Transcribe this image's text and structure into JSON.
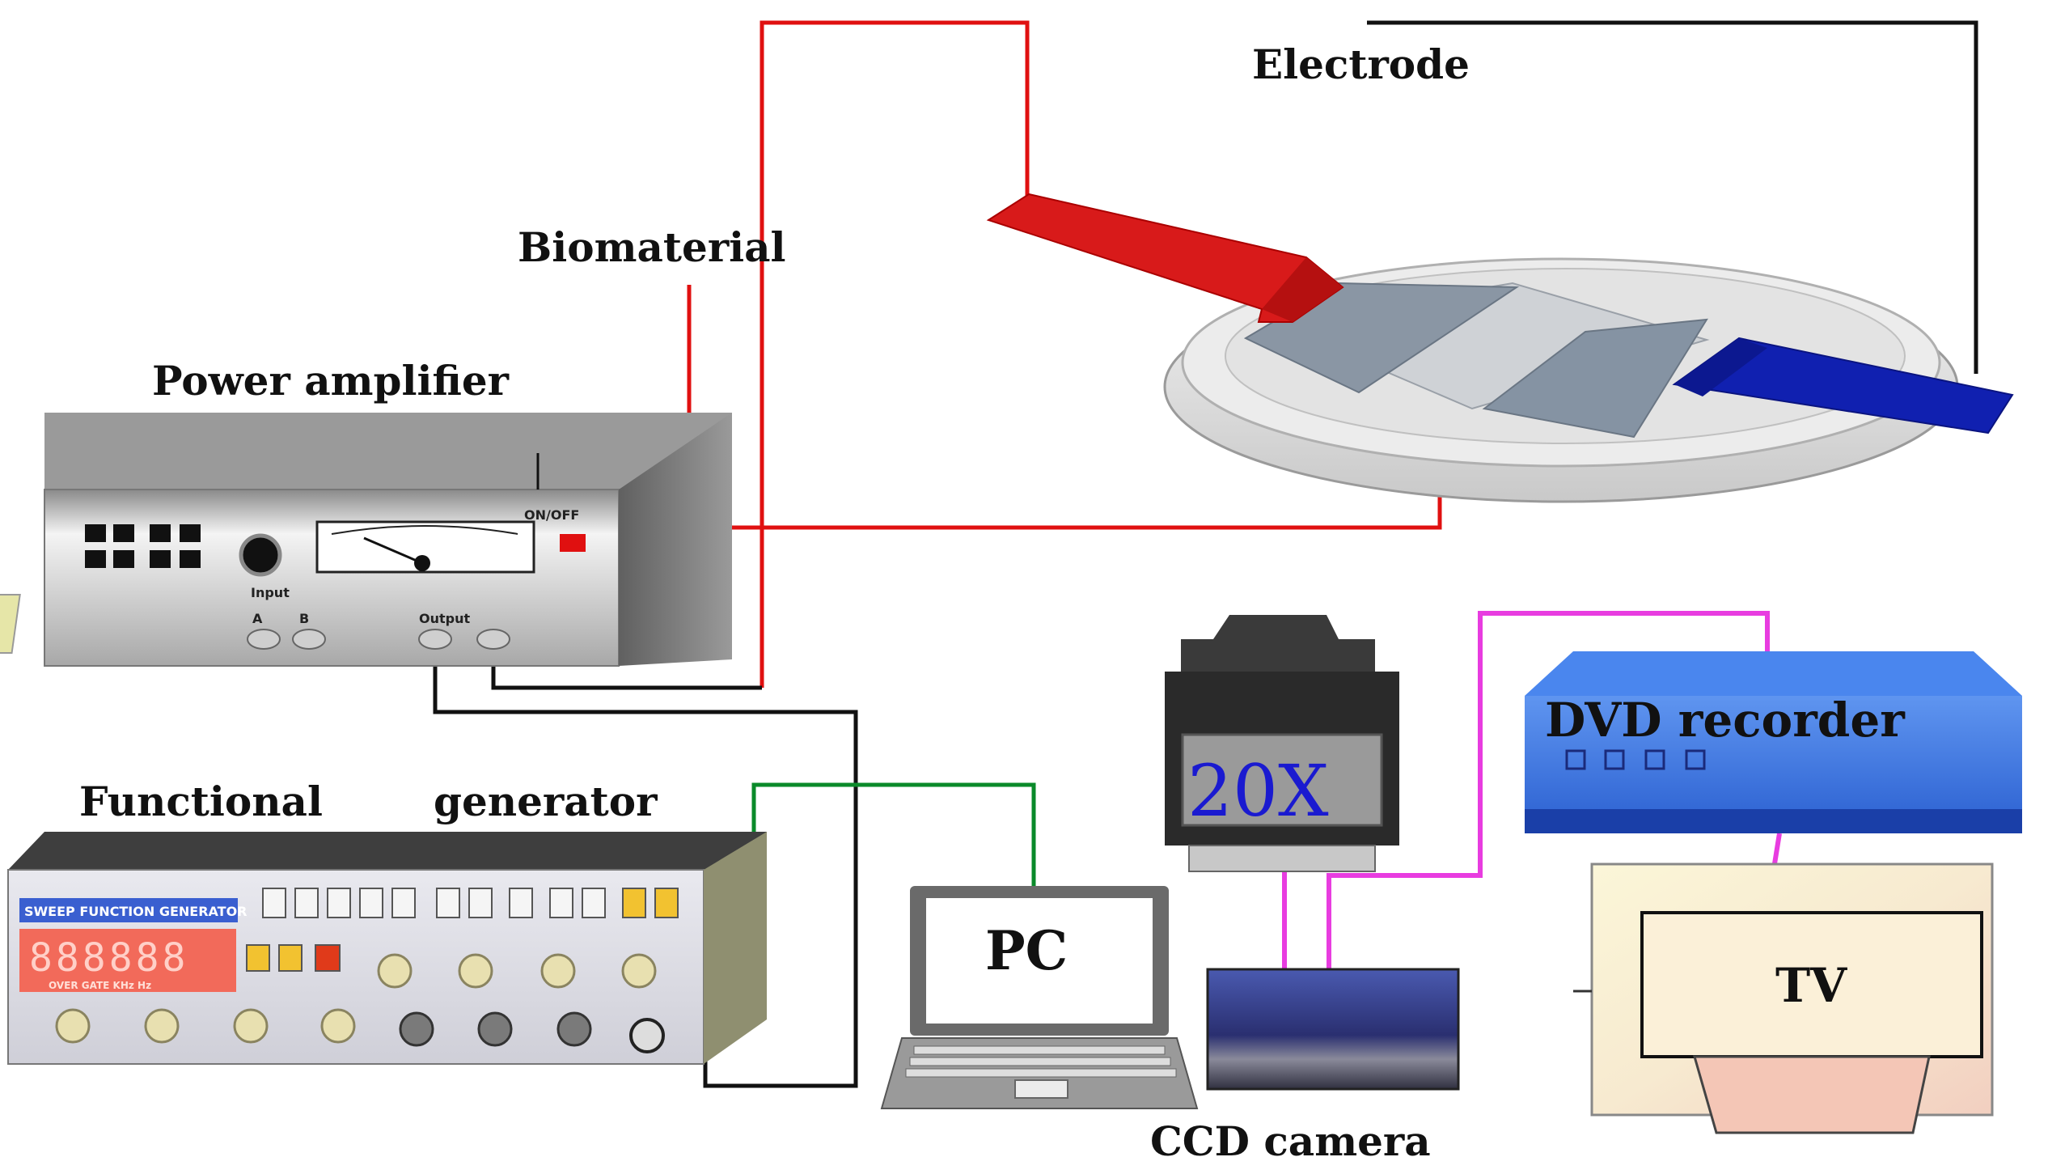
{
  "labels": {
    "electrode": "Electrode",
    "biomaterial": "Biomaterial",
    "power_amplifier": "Power amplifier",
    "functional": "Functional",
    "generator": "generator",
    "pc": "PC",
    "ccd_camera": "CCD camera",
    "dvd_recorder": "DVD recorder",
    "tv": "TV",
    "magnification": "20X"
  },
  "power_amplifier_panel": {
    "on_off": "ON/OFF",
    "input": "Input",
    "output": "Output",
    "input_a": "A",
    "input_b": "B"
  },
  "function_generator_panel": {
    "brand": "SWEEP FUNCTION GENERATOR",
    "display": "888888",
    "display_units": "OVER GATE KHz Hz"
  },
  "colors": {
    "red_wire": "#e01010",
    "black_wire": "#111111",
    "green_wire": "#0a8a2a",
    "pink_wire": "#e83ce0",
    "red_electrode": "#d81a1a",
    "blue_electrode": "#1020b0",
    "dvd_blue": "#2f6fe0"
  }
}
